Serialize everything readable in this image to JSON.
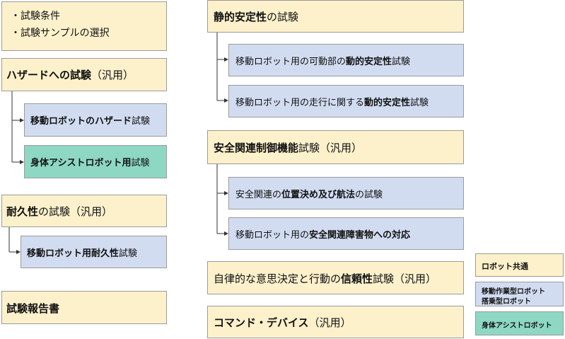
{
  "conditions": {
    "line1": "・試験条件",
    "line2": "・試験サンプルの選択"
  },
  "hazard": {
    "title_bold": "ハザードへの試験",
    "title_normal": "（汎用）",
    "child1_bold": "移動ロボットのハザード",
    "child1_normal": "試験",
    "child2_bold": "身体アシストロボット用",
    "child2_normal": "試験"
  },
  "durability": {
    "title_bold": "耐久性",
    "title_normal": "の試験（汎用）",
    "child1_bold": "移動ロボット用耐久性",
    "child1_normal": "試験"
  },
  "report": {
    "title": "試験報告書"
  },
  "static_stability": {
    "title_bold": "静的安定性",
    "title_normal": "の試験",
    "child1_pre": "移動ロボット用の可動部の",
    "child1_bold": "動的安定性",
    "child1_post": "試験",
    "child2_pre": "移動ロボット用の走行に関する",
    "child2_bold": "動的安定性",
    "child2_post": "試験"
  },
  "safety": {
    "title_bold": "安全関連制御機能",
    "title_normal": "試験（汎用）",
    "child1_pre": "安全関連の",
    "child1_bold": "位置決め及び航法",
    "child1_post": "の試験",
    "child2_pre": "移動ロボット用の",
    "child2_bold": "安全関連障害物への対応"
  },
  "autonomy": {
    "pre": "自律的な意思決定と行動の",
    "bold": "信頼性",
    "post": "試験（汎用）"
  },
  "command": {
    "bold": "コマンド・デバイス",
    "normal": "（汎用）"
  },
  "legend": {
    "common": "ロボット共通",
    "mobile_line1": "移動作業型ロボット",
    "mobile_line2": "搭乗型ロボット",
    "assist": "身体アシストロボット"
  },
  "colors": {
    "general": "#fdf1cc",
    "mobile": "#d2dcf1",
    "assist": "#8ed8c3",
    "border": "#9a9a9a"
  }
}
